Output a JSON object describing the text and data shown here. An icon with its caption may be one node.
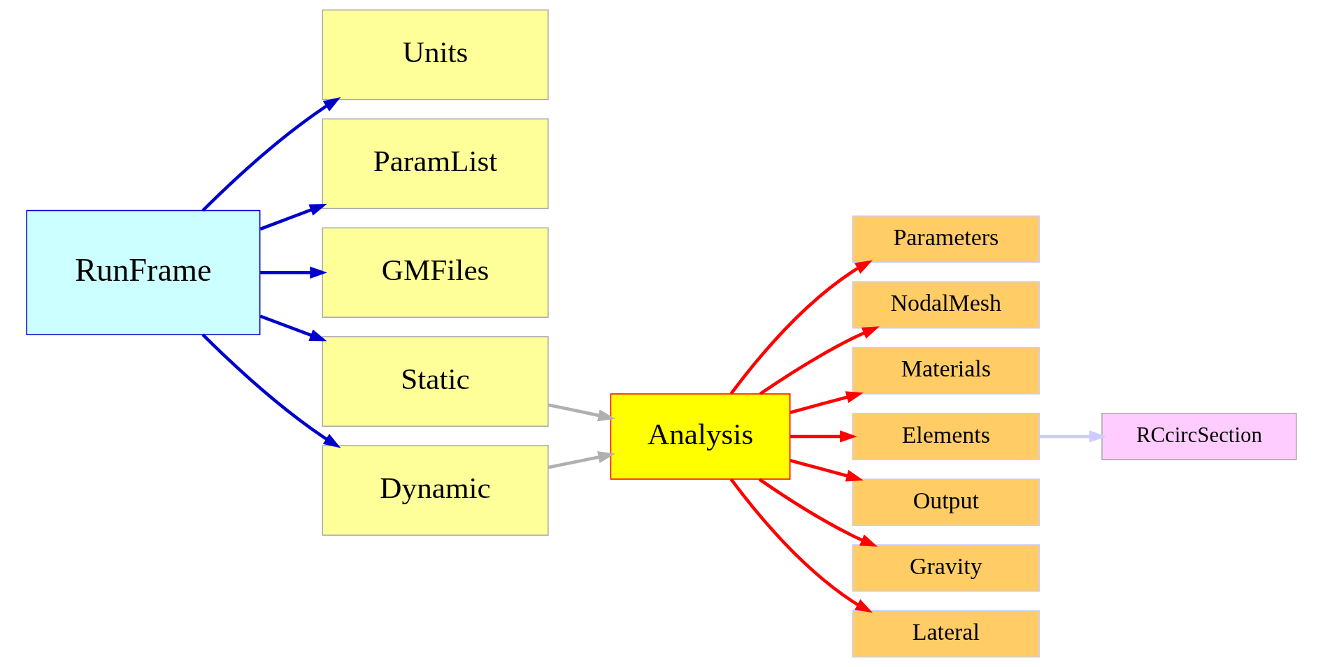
{
  "diagram": {
    "nodes": [
      {
        "text": [
          "RunFrame"
        ]
      },
      {
        "text": [
          "Units"
        ]
      },
      {
        "text": [
          "ParamList"
        ]
      },
      {
        "text": [
          "GMFiles"
        ]
      },
      {
        "text": [
          "Static"
        ]
      },
      {
        "text": [
          "Dynamic"
        ]
      },
      {
        "text": [
          "Analysis"
        ]
      },
      {
        "text": [
          "Parameters"
        ]
      },
      {
        "text": [
          "NodalMesh"
        ]
      },
      {
        "text": [
          "Materials"
        ]
      },
      {
        "text": [
          "Elements"
        ]
      },
      {
        "text": [
          "Output"
        ]
      },
      {
        "text": [
          "Gravity"
        ]
      },
      {
        "text": [
          "Lateral"
        ]
      },
      {
        "text": [
          "RCcircSection"
        ]
      }
    ],
    "edges": [
      {
        "from": 0,
        "to": 1,
        "arrow": "to",
        "color": "#0000cc"
      },
      {
        "from": 0,
        "to": 2,
        "arrow": "to",
        "color": "#0000cc"
      },
      {
        "from": 0,
        "to": 3,
        "arrow": "to",
        "color": "#0000cc"
      },
      {
        "from": 0,
        "to": 4,
        "arrow": "to",
        "color": "#0000cc"
      },
      {
        "from": 0,
        "to": 5,
        "arrow": "to",
        "color": "#0000cc"
      },
      {
        "from": 4,
        "to": 6,
        "arrow": "to",
        "color": "#b0b0b0"
      },
      {
        "from": 5,
        "to": 6,
        "arrow": "to",
        "color": "#b0b0b0"
      },
      {
        "from": 6,
        "to": 7,
        "arrow": "to",
        "color": "#ff0000"
      },
      {
        "from": 6,
        "to": 8,
        "arrow": "to",
        "color": "#ff0000"
      },
      {
        "from": 6,
        "to": 9,
        "arrow": "to",
        "color": "#ff0000"
      },
      {
        "from": 6,
        "to": 10,
        "arrow": "to",
        "color": "#ff0000"
      },
      {
        "from": 6,
        "to": 11,
        "arrow": "to",
        "color": "#ff0000"
      },
      {
        "from": 6,
        "to": 12,
        "arrow": "to",
        "color": "#ff0000"
      },
      {
        "from": 6,
        "to": 13,
        "arrow": "to",
        "color": "#ff0000"
      },
      {
        "from": 10,
        "to": 14,
        "arrow": "to",
        "color": "#ccccff"
      }
    ]
  }
}
